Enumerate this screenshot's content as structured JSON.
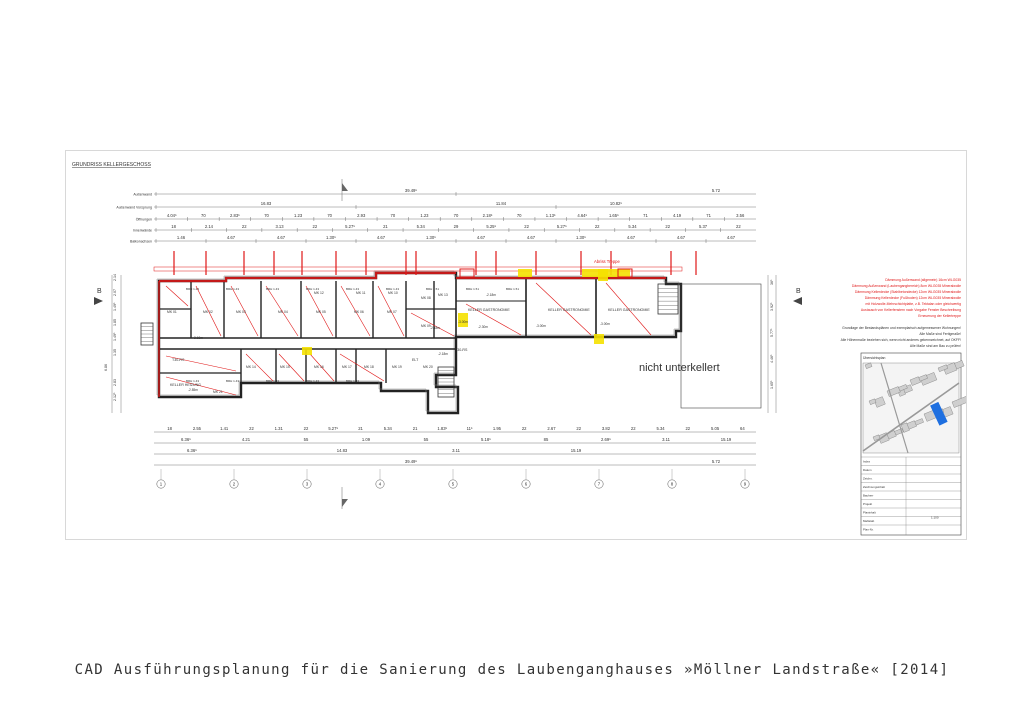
{
  "sheet": {
    "title": "GRUNDRISS KELLERGESCHOSS",
    "section_marker": "B",
    "not_basement": "nicht unterkellert",
    "stair_label": "Abriss Treppe"
  },
  "dimension_rows": [
    {
      "label": "Außenwand",
      "values": [
        "39.49⁵",
        "5.72"
      ]
    },
    {
      "label": "Außenwand Vorsprung",
      "values": [
        "16.83",
        "11.84",
        "10.82⁵"
      ]
    },
    {
      "label": "Öffnungen",
      "values": [
        "4.04⁵",
        "70",
        "2.83⁵",
        "70",
        "1.23",
        "70",
        "2.93",
        "70",
        "1.23",
        "70",
        "2.18⁵",
        "70",
        "1.13⁵",
        "4.64⁵",
        "1.65⁵",
        "71",
        "4.19",
        "71",
        "3.56"
      ]
    },
    {
      "label": "Innenwände",
      "values": [
        "18",
        "2.14",
        "22",
        "3.13",
        "22",
        "5.27⁵",
        "21",
        "5.34",
        "29",
        "5.25⁵",
        "22",
        "5.27⁵",
        "22",
        "5.34",
        "22",
        "5.37",
        "22"
      ]
    },
    {
      "label": "Balkonachsen",
      "values": [
        "1.46",
        "4.67",
        "4.67",
        "1.30⁵",
        "4.67",
        "1.30⁵",
        "4.67",
        "4.67",
        "1.30⁵",
        "4.67",
        "4.67",
        "4.67"
      ]
    }
  ],
  "bottom_rows": [
    {
      "values": [
        "18",
        "2.55",
        "1.41",
        "22",
        "1.31",
        "22",
        "5.27⁵",
        "21",
        "5.34",
        "21",
        "1.83⁵",
        "11⁵",
        "1.95",
        "22",
        "2.67",
        "22",
        "3.82",
        "22",
        "5.34",
        "22",
        "5.05",
        "64"
      ]
    },
    {
      "values": [
        "6.36⁵",
        "4.21",
        "55",
        "1.09",
        "55",
        "5.18⁵",
        "85",
        "2.69⁵",
        "3.11",
        "15.19"
      ]
    },
    {
      "values": [
        "6.36⁵",
        "14.83",
        "3.11",
        "15.19"
      ]
    },
    {
      "values": [
        "39.49⁵",
        "5.72"
      ]
    }
  ],
  "axes": [
    "1",
    "2",
    "3",
    "4",
    "5",
    "6",
    "7",
    "8",
    "9"
  ],
  "side_dims_left": [
    "2.14",
    "2.07",
    "1.49⁵",
    "1.85",
    "1.49⁵",
    "1.35",
    "6.86",
    "2.83",
    "2.12⁵"
  ],
  "side_dims_right": [
    "36⁵",
    "3.92⁵",
    "5.77⁵",
    "4.46⁵",
    "1.65⁵"
  ],
  "rooms": {
    "mk_upper": [
      "MK 01",
      "MK 02",
      "MK 03",
      "MK 04",
      "MK 05",
      "MK 06",
      "MK 07",
      "MK 08",
      "MK 09",
      "MK 10",
      "MK 11",
      "MK 12",
      "MK 13"
    ],
    "mk_lower": [
      "MK 14",
      "MK 15",
      "MK 16",
      "MK 17",
      "MK 18",
      "MK 19",
      "MK 20",
      "MK 21"
    ],
    "special": [
      "KELLER HEIZUNG",
      "KELLER GASTRONOMIE",
      "KELLER GASTRONOMIE",
      "KELLER GASTRONOMIE",
      "T30-RS",
      "ELT",
      "T30-RS"
    ],
    "brh": [
      "BRH 1.43",
      "BRH 1.43",
      "BRH 1.43",
      "BRH 1.43",
      "BRH 1.43",
      "BRH 1.43",
      "BRH 1.51",
      "BRH 1.51",
      "BRH 1.51",
      "BRH 1.43",
      "BRH 1.43",
      "BRH 1.43",
      "BRH 1.43",
      "BRH 1.43"
    ],
    "levels": [
      "-2.18m",
      "-2.18m",
      "-2.18m",
      "-2.18m",
      "-2.30m",
      "-3.00m",
      "-3.00m",
      "-2.85m",
      "-3.00m"
    ]
  },
  "notes_red": [
    "Dämmung Außenwand (allgemein) 16cm WLG035",
    "Dämmung Außenwand (Laubengangbereich) 8cm WLG035 Mineralwolle",
    "Dämmung Kellerdecke (Stahlbetondecke) 12cm WLG035 Mineralwolle",
    "Dämmung Kellerdecke (Fußboden) 12cm WLG035 Mineralwolle",
    "mit Holzwolle-Mehrschichtplatte, z.B. Tektalan oder gleichwertig",
    "Austausch von Kellerfenstern nach Vorgabe Fenster Beschreibung",
    "Erneuerung der Kellertreppe"
  ],
  "notes_black": [
    "Grundlage der Bestandsplänen und exemplarisch aufgemessener Wohnungen!",
    "Alle Maße sind Fertigmaße!",
    "Alle Höhenmaße beziehen sich, wenn nicht anderes gekennzeichnet, auf OKFF!",
    "Alle Maße sind am Bau zu prüfen!"
  ],
  "titleblock": {
    "overview_label": "Übersichtsplan",
    "fields": [
      "Index",
      "Datum",
      "Zeichn.",
      "Zeichnungsinhalt",
      "Bauherr",
      "Projekt",
      "Planinhalt",
      "Maßstab",
      "Plan-Nr."
    ],
    "scale": "1:100"
  },
  "caption": "CAD Ausführungsplanung für die Sanierung des Laubenganghauses »Möllner Landstraße« [2014]",
  "colors": {
    "red": "#e01818",
    "yellow": "#f5e100",
    "line": "#333333",
    "blue_plot": "#1e6fe0"
  }
}
